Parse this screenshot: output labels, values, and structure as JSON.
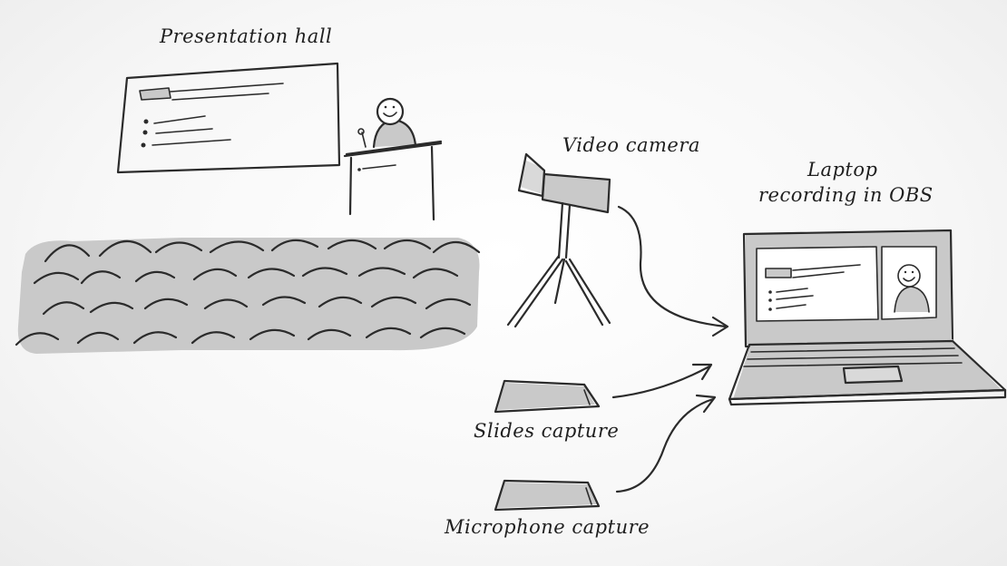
{
  "labels": {
    "presentation_hall": "Presentation hall",
    "video_camera": "Video camera",
    "laptop_line1": "Laptop",
    "laptop_line2": "recording in OBS",
    "slides_capture": "Slides capture",
    "microphone_capture": "Microphone capture"
  },
  "colors": {
    "ink": "#2b2b2b",
    "shade": "#c9c9c9",
    "background": "#f4f4f4"
  }
}
